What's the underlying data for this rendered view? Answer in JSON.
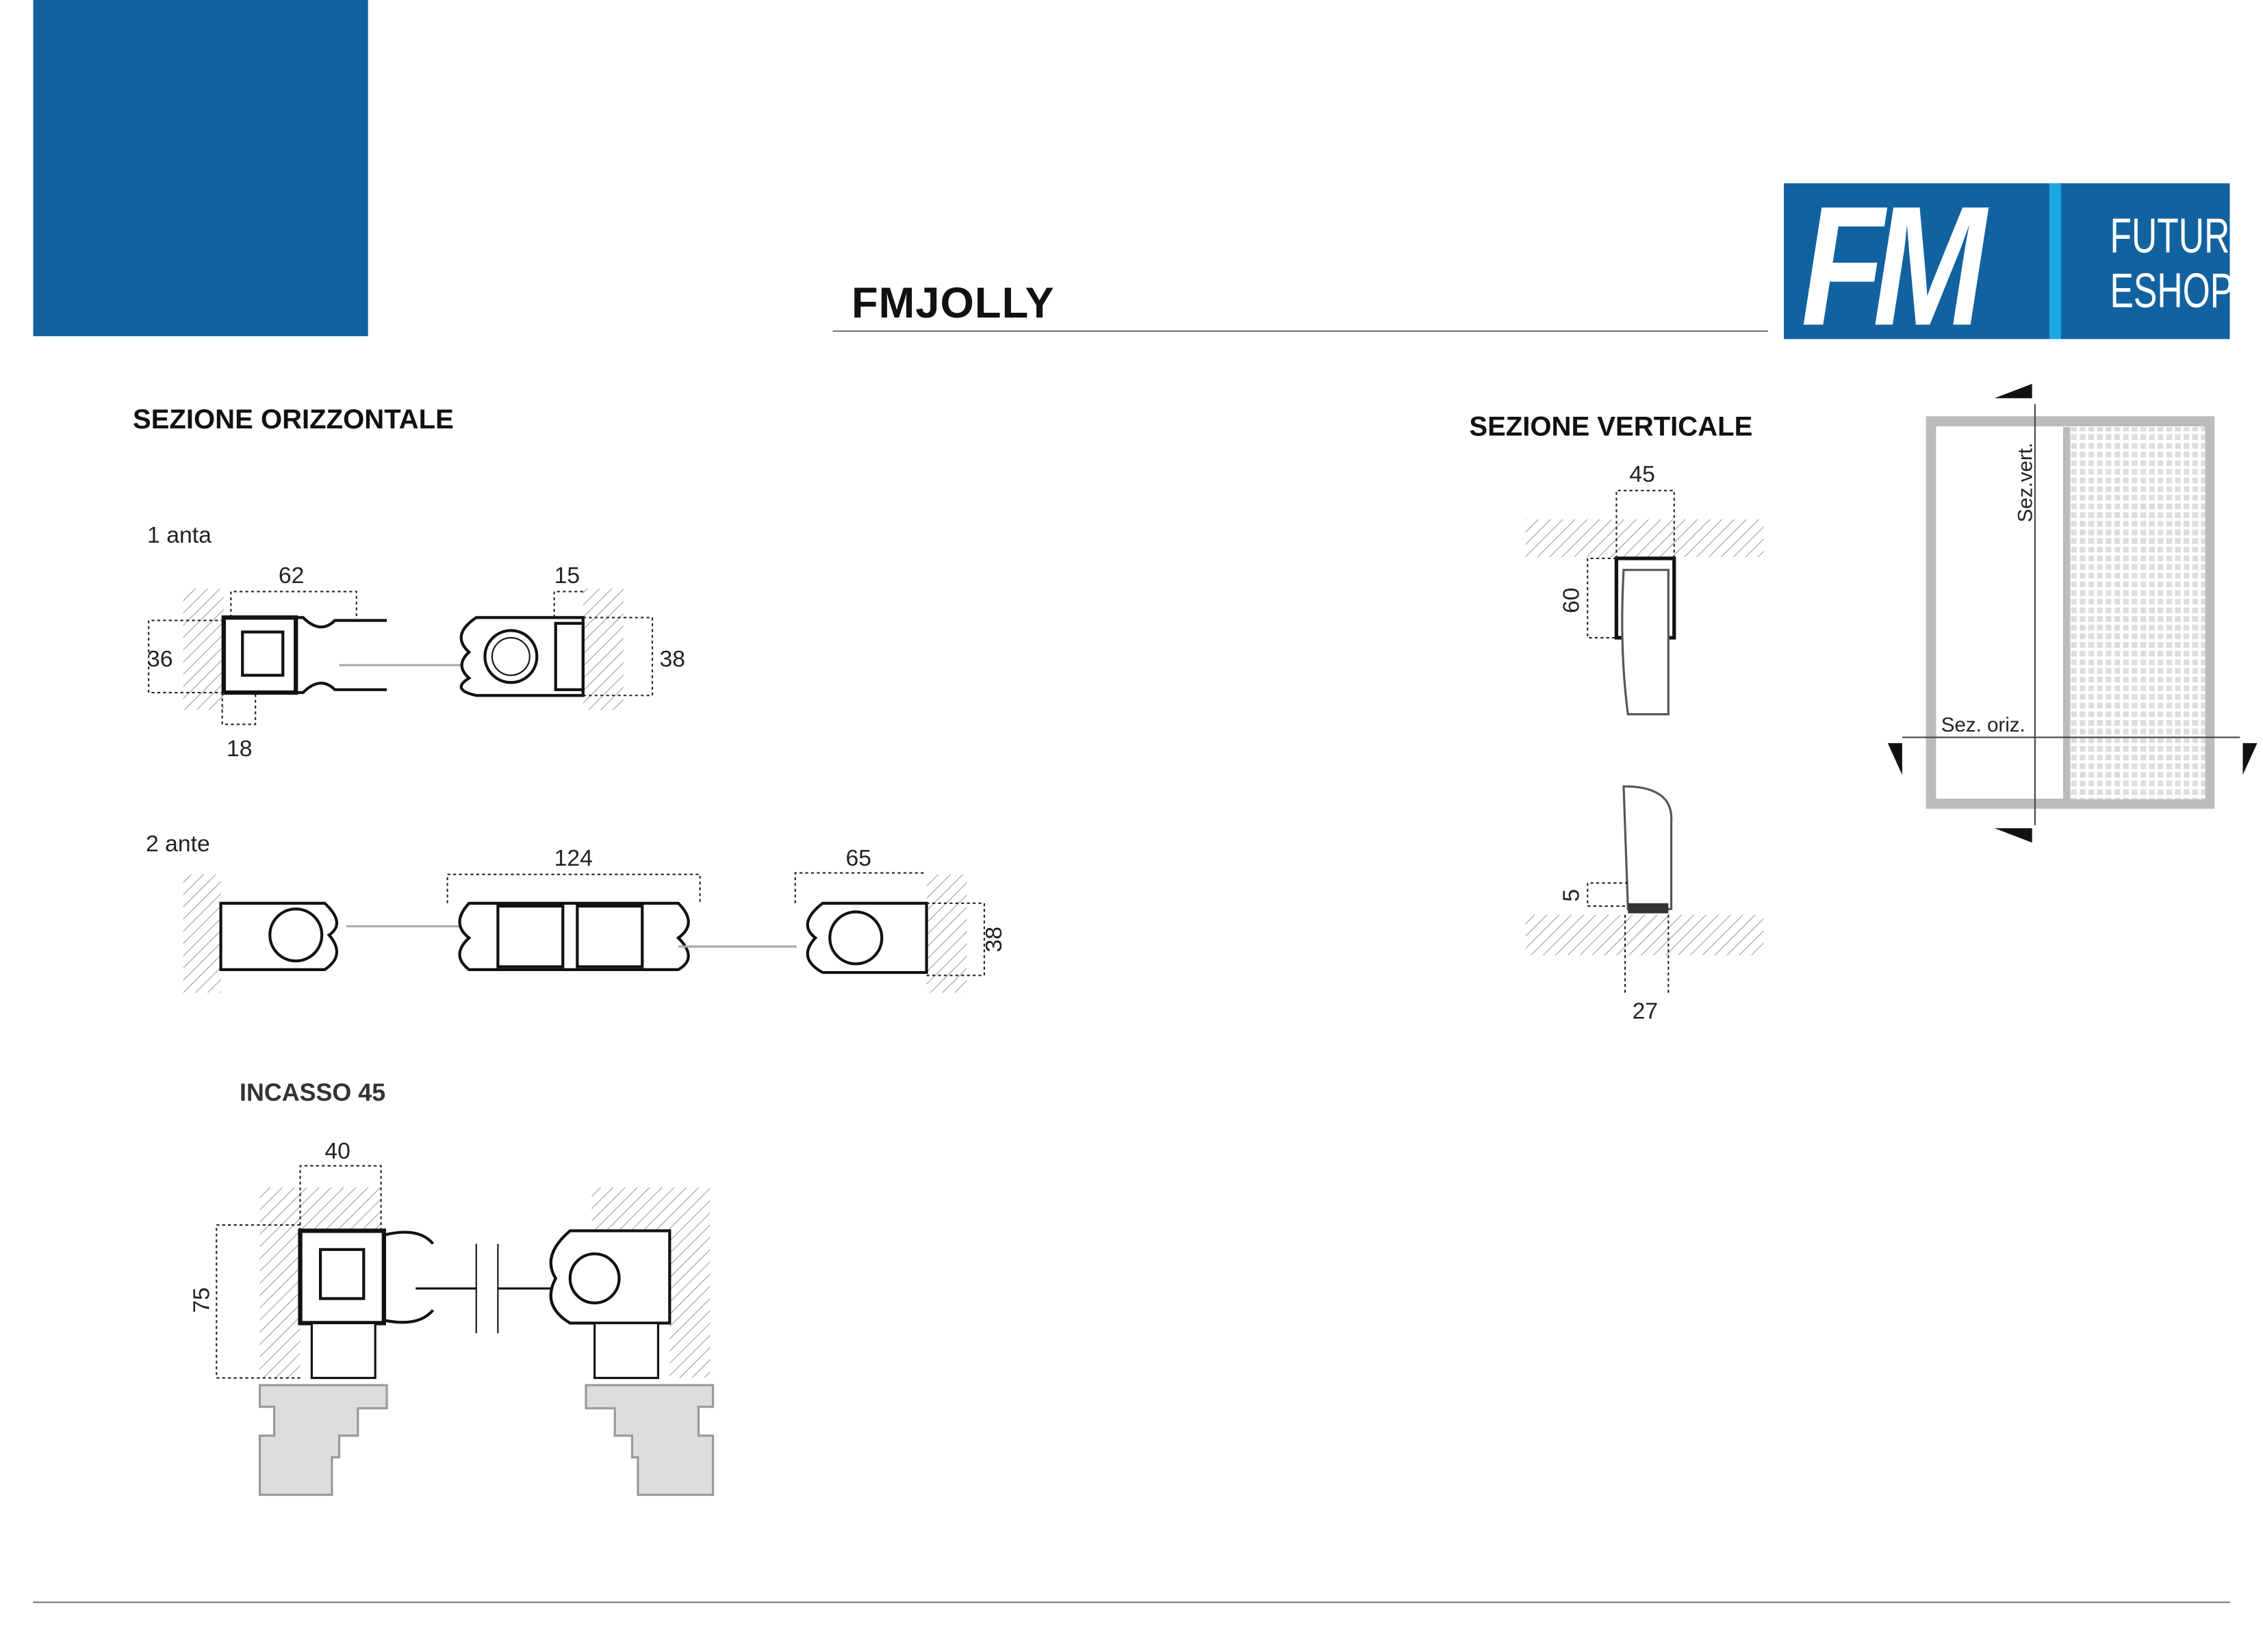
{
  "header": {
    "title": "FMJOLLY"
  },
  "logo": {
    "mark": "FM",
    "line1": "FUTUR",
    "line2": "ESHOP",
    "brand_color": "#1362a0",
    "accent_color": "#1aa9e0"
  },
  "horizontal": {
    "title": "SEZIONE ORIZZONTALE",
    "one_leaf": {
      "label": "1 anta",
      "dims": {
        "width": "62",
        "right": "15",
        "left_h": "36",
        "right_h": "38",
        "bottom": "18"
      }
    },
    "two_leaves": {
      "label": "2 ante",
      "dims": {
        "center": "124",
        "right": "65",
        "right_h": "38"
      }
    },
    "recess": {
      "label": "INCASSO 45",
      "dims": {
        "width": "40",
        "height": "75"
      }
    }
  },
  "vertical": {
    "title": "SEZIONE VERTICALE",
    "dims": {
      "top_w": "45",
      "top_h": "60",
      "bottom_h": "5",
      "bottom_w": "27"
    }
  },
  "key_plan": {
    "vert_label": "Sez.vert.",
    "oriz_label": "Sez. oriz."
  }
}
